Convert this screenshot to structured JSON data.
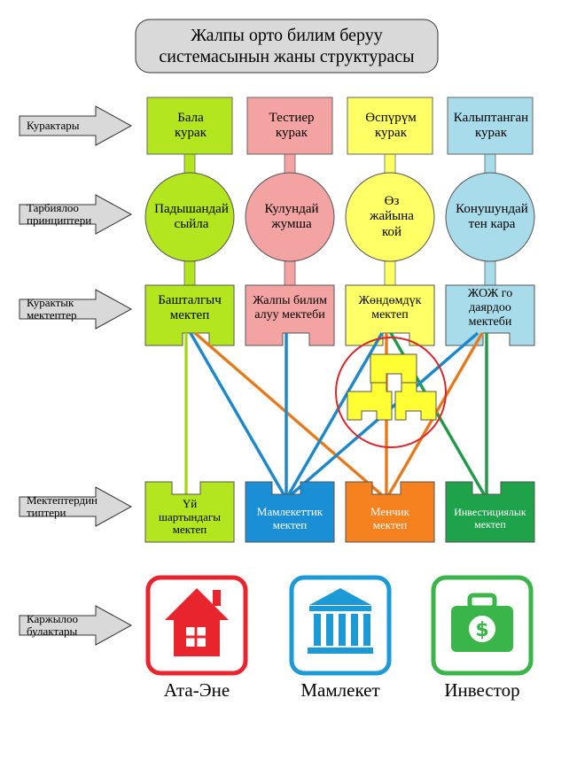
{
  "title": "Жалпы орто билим беруу\nсистемасынын жаны структурасы",
  "row_labels": {
    "age_groups": "Курактары",
    "principles": "Тарбиялоо\nпринциптери",
    "age_schools": "Курактык\nмектептер",
    "school_types": "Мектептердин\nтиптери",
    "funding": "Каржылоо\nбулактары"
  },
  "age_groups": [
    {
      "label": "Бала\nкурак",
      "color": "#b3e61f"
    },
    {
      "label": "Тестиер\nкурак",
      "color": "#f4a3a3"
    },
    {
      "label": "Өспүрүм\nкурак",
      "color": "#ffff66"
    },
    {
      "label": "Калыптанган\nкурак",
      "color": "#a8dcea"
    }
  ],
  "principles": [
    {
      "label": "Падышандай\nсыйла"
    },
    {
      "label": "Кулундай\nжумша"
    },
    {
      "label": "Өз\nжайына\nкой"
    },
    {
      "label": "Конушундай\nтен кара"
    }
  ],
  "age_schools": [
    {
      "label": "Башталгыч\nмектеп"
    },
    {
      "label": "Жалпы билим\nалуу мектеби"
    },
    {
      "label": "Жөндөмдүк\nмектеп"
    },
    {
      "label": "ЖОЖ го\nдаярдоо\nмектеби"
    }
  ],
  "school_types": [
    {
      "label": "Үй\nшартындагы\nмектеп",
      "color": "#b3e61f"
    },
    {
      "label": "Мамлекеттик\nмектеп",
      "color": "#1b8fd6"
    },
    {
      "label": "Менчик\nмектеп",
      "color": "#f5821f"
    },
    {
      "label": "Инвестициялык\nмектеп",
      "color": "#1fa34a"
    }
  ],
  "funding_sources": [
    {
      "label": "Ата-Эне",
      "icon": "house-icon",
      "color": "#e8242c"
    },
    {
      "label": "Мамлекет",
      "icon": "government-building-icon",
      "color": "#1b9ad6"
    },
    {
      "label": "Инвестор",
      "icon": "money-bag-icon",
      "color": "#3ab54a"
    }
  ],
  "connections": [
    {
      "from": 0,
      "to": 0,
      "color": "#b3e61f"
    },
    {
      "from": 0,
      "to": 1,
      "color": "#1b8fd6"
    },
    {
      "from": 0,
      "to": 2,
      "color": "#f5821f"
    },
    {
      "from": 1,
      "to": 1,
      "color": "#1b8fd6"
    },
    {
      "from": 2,
      "to": 1,
      "color": "#1b8fd6"
    },
    {
      "from": 2,
      "to": 2,
      "color": "#f5821f"
    },
    {
      "from": 2,
      "to": 3,
      "color": "#1fa34a"
    },
    {
      "from": 3,
      "to": 1,
      "color": "#1b8fd6"
    },
    {
      "from": 3,
      "to": 2,
      "color": "#f5821f"
    },
    {
      "from": 3,
      "to": 3,
      "color": "#1fa34a"
    }
  ]
}
